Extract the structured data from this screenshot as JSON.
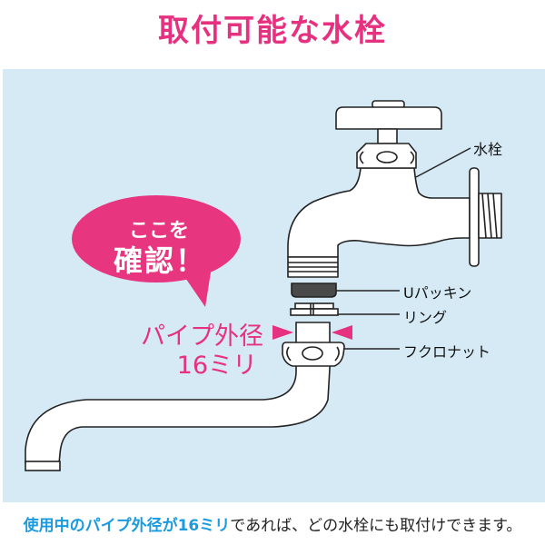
{
  "title": "取付可能な水栓",
  "colors": {
    "accent_pink": "#e5317f",
    "panel_bg": "#d6eaf6",
    "highlight_blue": "#1a9be0"
  },
  "bubble": {
    "line1": "ここを",
    "line2": "確認！"
  },
  "pipe_label": {
    "line1": "パイプ外径",
    "line2": "16ミリ"
  },
  "parts": {
    "faucet": "水栓",
    "u_packing": "Uパッキン",
    "ring": "リング",
    "cap_nut": "フクロナット"
  },
  "footer": {
    "highlight": "使用中のパイプ外径が16ミリ",
    "rest": "であれば、どの水栓にも取付けできます。"
  }
}
